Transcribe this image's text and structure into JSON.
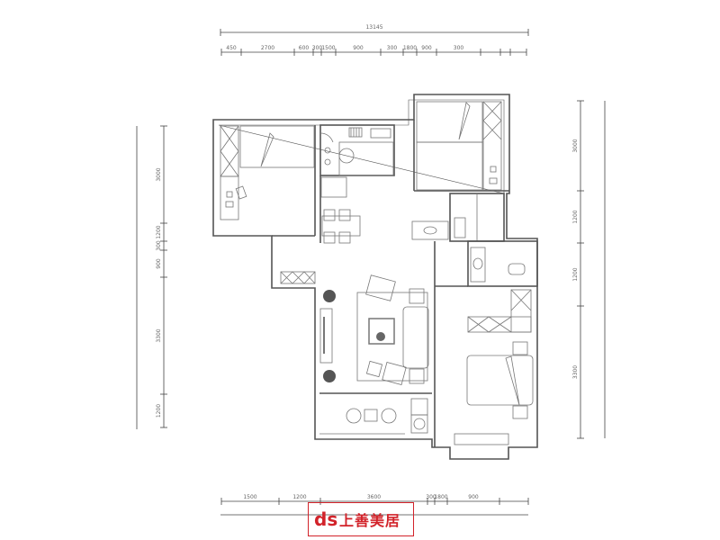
{
  "plan": {
    "dimensions": {
      "top_total": "13145",
      "top_segments": [
        "450",
        "2700",
        "600",
        "300",
        "1500",
        "900",
        "300",
        "1800",
        "900",
        "300"
      ],
      "bottom_segments": [
        "1500",
        "1200",
        "3600",
        "300",
        "1800",
        "900"
      ],
      "left_segments": [
        "3000",
        "1200",
        "300",
        "900",
        "3300",
        "1200"
      ],
      "right_segments": [
        "3000",
        "1200",
        "1200",
        "3300"
      ]
    },
    "colors": {
      "walls": "#555555",
      "logo": "#d2232a"
    }
  },
  "logo": {
    "mark": "ds",
    "name": "上善美居"
  }
}
